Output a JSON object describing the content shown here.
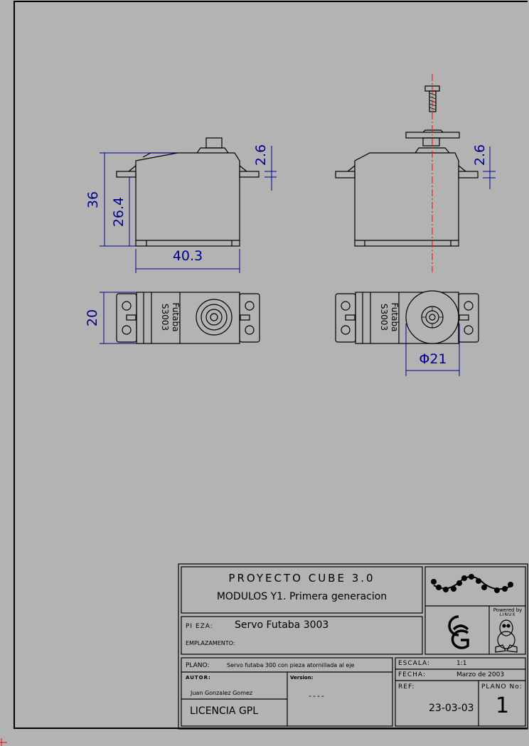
{
  "drawing": {
    "colors": {
      "background": "#b3b3b3",
      "lines": "#000000",
      "dimensions": "#00008b",
      "centerline": "#ff0000"
    },
    "dimensions": {
      "height_total": "36",
      "height_body": "26.4",
      "width_body": "40.3",
      "flange_thickness_left": "2.6",
      "flange_thickness_right": "2.6",
      "depth": "20",
      "horn_diameter": "Φ21"
    },
    "labels": {
      "brand": "Futaba",
      "model": "S3003"
    }
  },
  "title_block": {
    "project_title": "PROYECTO CUBE 3.0",
    "project_subtitle": "MODULOS Y1. Primera generacion",
    "pieza_label": "PI EZA:",
    "pieza_value": "Servo Futaba 3003",
    "emplazamiento_label": "EMPLAZAMENTO:",
    "plano_label": "PLANO:",
    "plano_value": "Servo futaba 300 con pieza atornillada al eje",
    "autor_label": "AUTOR:",
    "autor_value": "Juan Gonzalez Gomez",
    "version_label": "Version:",
    "version_value": "----",
    "licencia": "LICENCIA GPL",
    "escala_label": "ESCALA:",
    "escala_value": "1:1",
    "fecha_label": "FECHA:",
    "fecha_value": "Marzo de 2003",
    "ref_label": "REF:",
    "ref_value": "23-03-03",
    "plano_no_label": "PLANO No:",
    "plano_no_value": "1",
    "logos": {
      "wave": "wave-dots-logo",
      "gg": "gg-logo",
      "powered_by": "Powered by",
      "linux": "LINUX"
    }
  }
}
